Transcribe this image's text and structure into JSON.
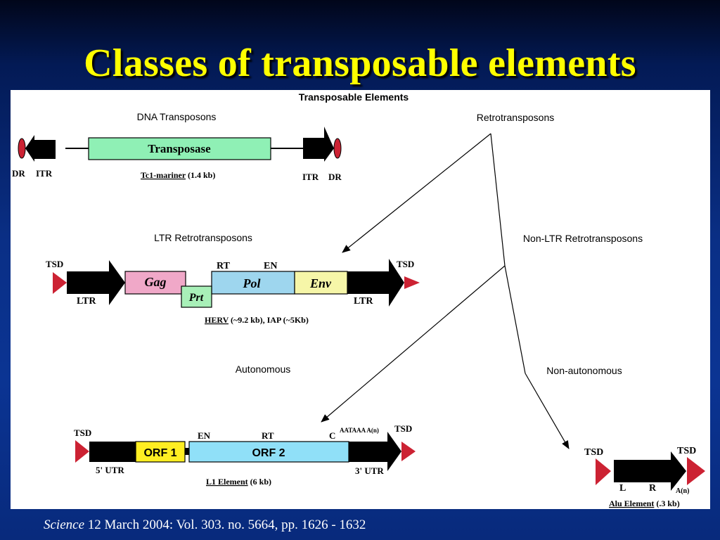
{
  "slide": {
    "title": "Classes of transposable elements",
    "citation_journal": "Science",
    "citation_rest": " 12 March 2004: Vol. 303. no. 5664, pp. 1626 - 1632"
  },
  "figure": {
    "header": "Transposable Elements",
    "categories": {
      "dna_transposons": "DNA Transposons",
      "retrotransposons": "Retrotransposons",
      "ltr_retrotransposons": "LTR Retrotransposons",
      "non_ltr_retrotransposons": "Non-LTR Retrotransposons",
      "autonomous": "Autonomous",
      "non_autonomous": "Non-autonomous"
    },
    "dna_transposon": {
      "gene": "Transposase",
      "left_dr": "DR",
      "left_itr": "ITR",
      "right_itr": "ITR",
      "right_dr": "DR",
      "example_name": "Tc1-mariner",
      "example_size": " (1.4 kb)"
    },
    "ltr_element": {
      "left_tsd": "TSD",
      "right_tsd": "TSD",
      "left_ltr": "LTR",
      "right_ltr": "LTR",
      "gag": "Gag",
      "prt": "Prt",
      "pol": "Pol",
      "env": "Env",
      "rt": "RT",
      "en": "EN",
      "example_name": "HERV",
      "example_size": " (~9.2 kb), IAP (~5Kb)"
    },
    "l1_element": {
      "left_tsd": "TSD",
      "right_tsd": "TSD",
      "orf1": "ORF 1",
      "orf2": "ORF 2",
      "en": "EN",
      "rt": "RT",
      "c": "C",
      "polya": "AATAAA A(n)",
      "utr5": "5' UTR",
      "utr3": "3' UTR",
      "example_name": "L1 Element",
      "example_size": " (6 kb)"
    },
    "alu_element": {
      "left_tsd": "TSD",
      "right_tsd": "TSD",
      "l": "L",
      "r": "R",
      "an": "A(n)",
      "example_name": "Alu Element",
      "example_size": " (.3 kb)"
    },
    "colors": {
      "title": "#ffff00",
      "transposase": "#8ff0b5",
      "gag": "#f0a8c8",
      "pol": "#9ed6ee",
      "env": "#f6f6a8",
      "prt": "#a8f0b8",
      "orf1": "#ffee22",
      "orf2": "#90e0f8",
      "tsd": "#cc2233"
    }
  }
}
